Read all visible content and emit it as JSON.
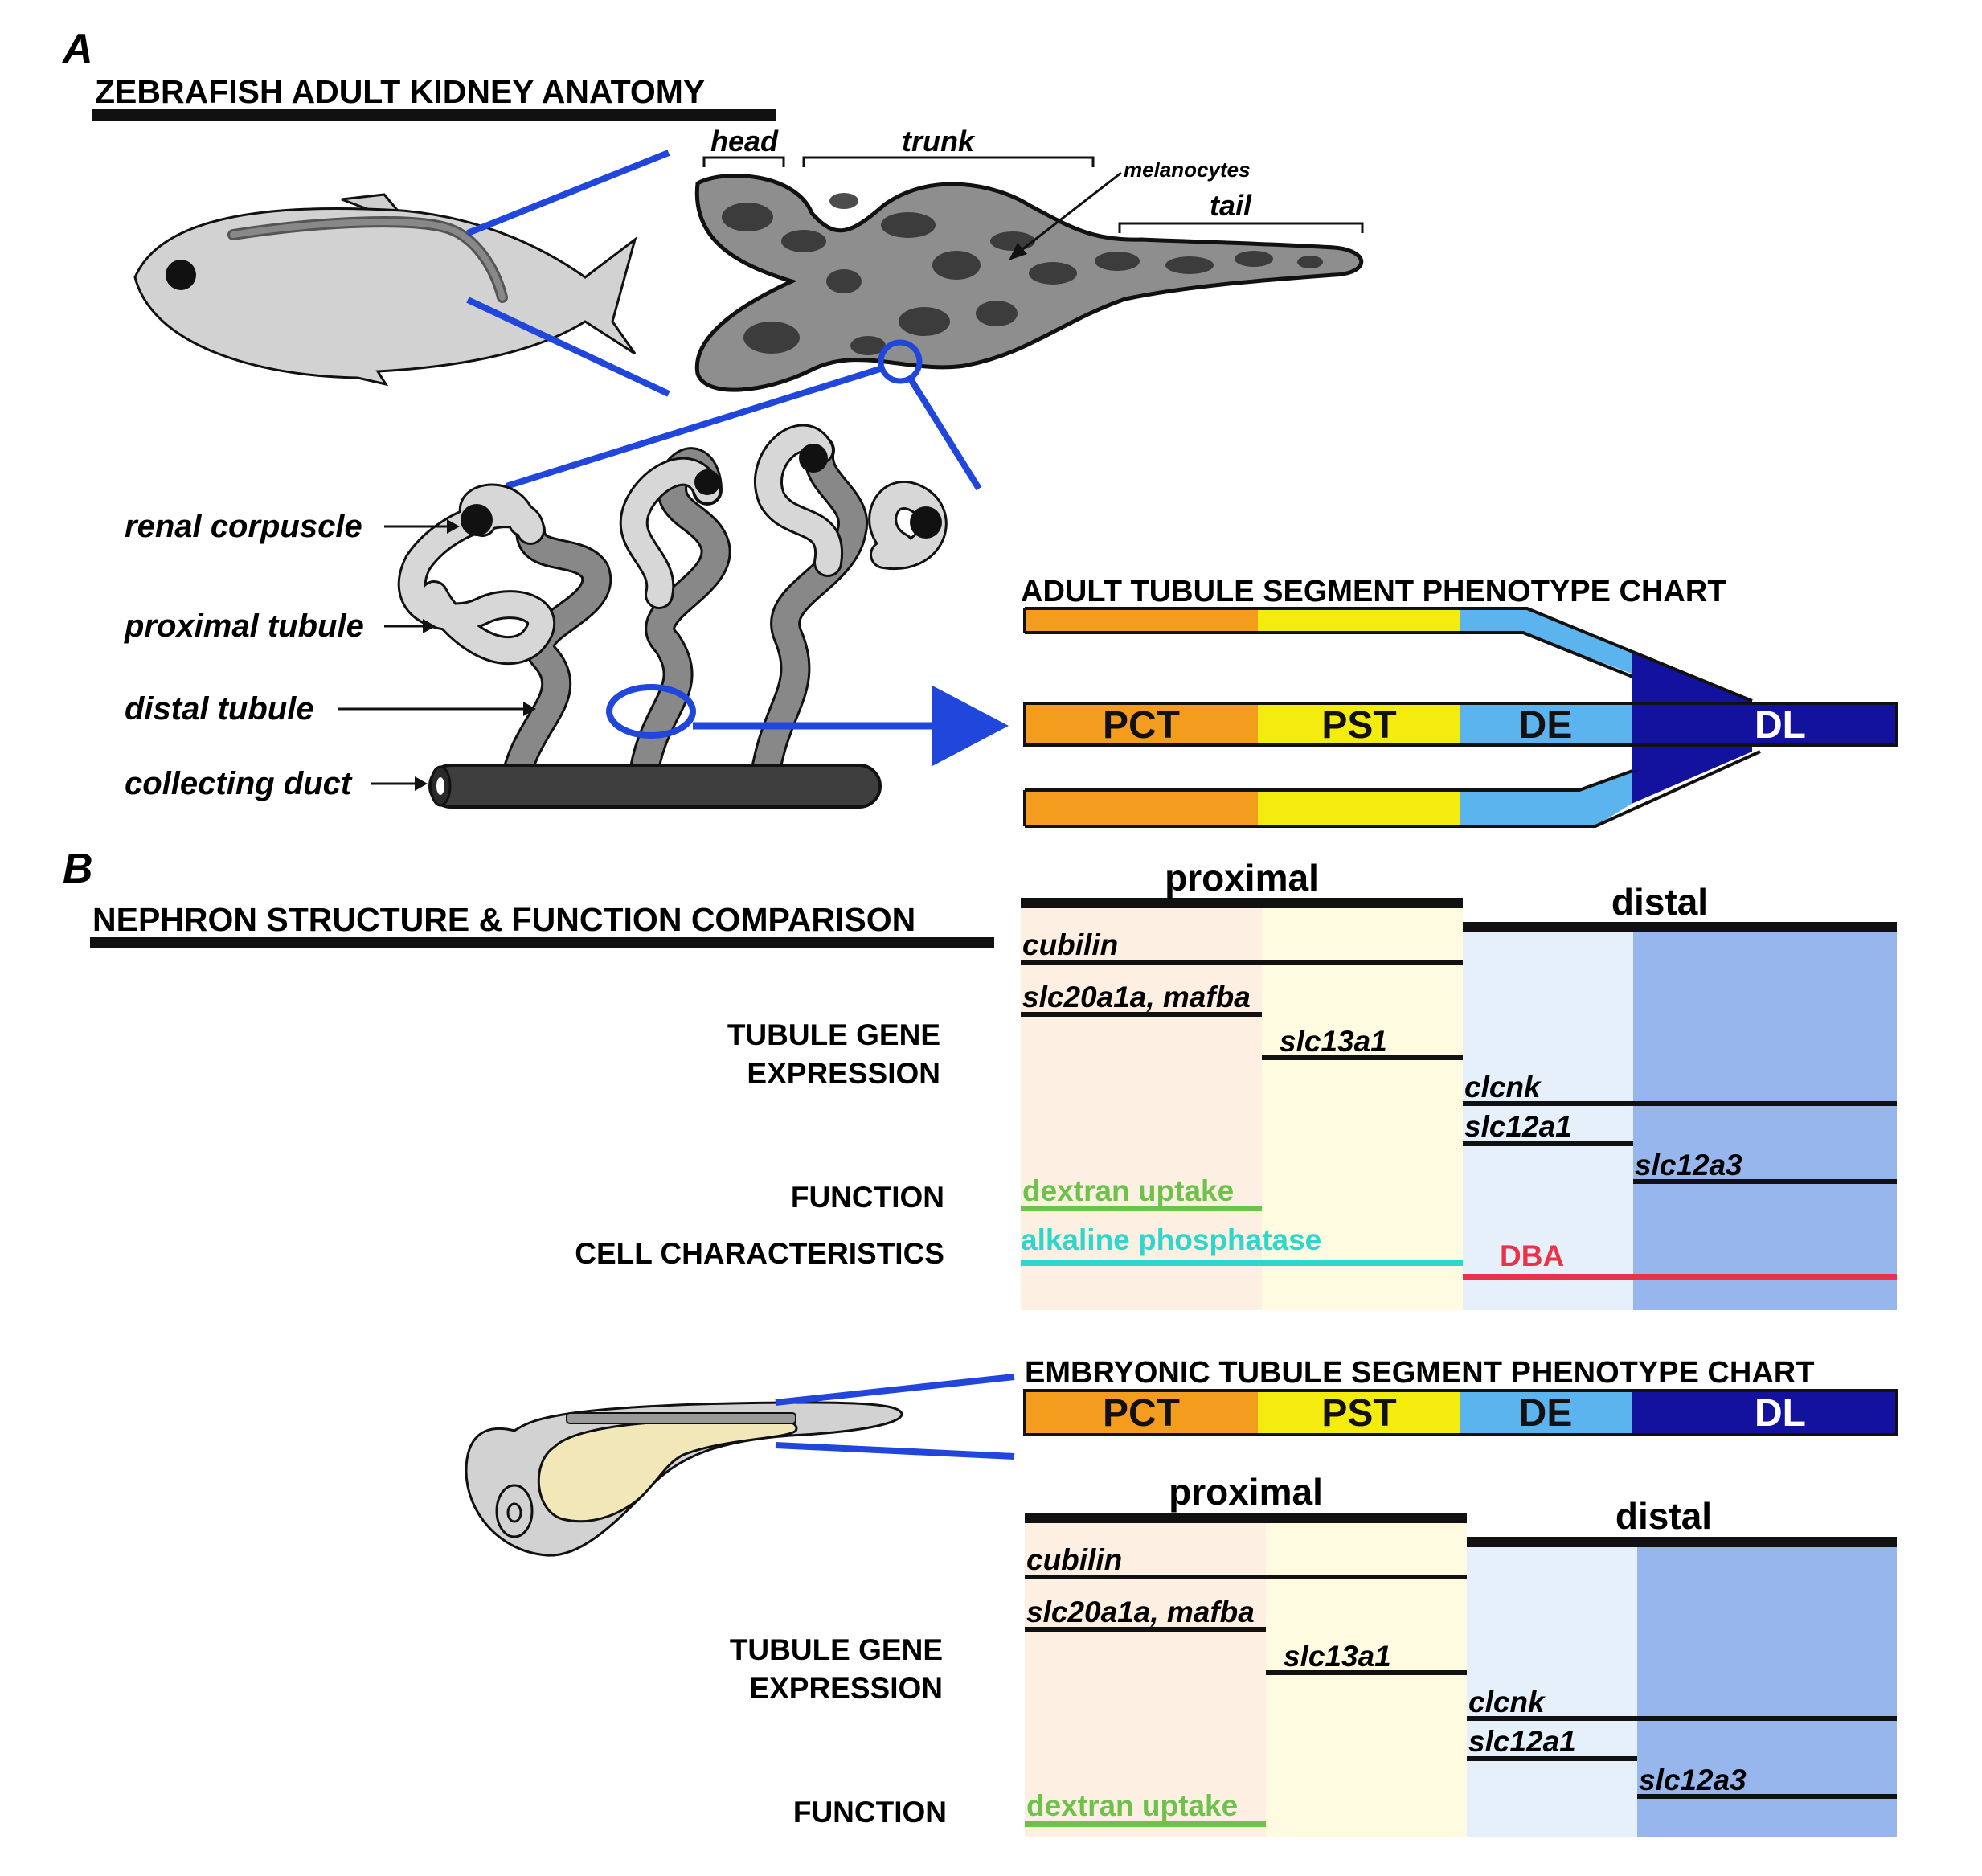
{
  "panel_a": {
    "letter": "A",
    "title": "ZEBRAFISH ADULT KIDNEY ANATOMY",
    "kidney_regions": {
      "head": "head",
      "trunk": "trunk",
      "tail": "tail",
      "melanocytes": "melanocytes"
    },
    "nephron_labels": {
      "renal_corpuscle": "renal corpuscle",
      "proximal_tubule": "proximal tubule",
      "distal_tubule": "distal tubule",
      "collecting_duct": "collecting duct"
    },
    "chart_title": "ADULT TUBULE SEGMENT PHENOTYPE CHART",
    "segments": [
      "PCT",
      "PST",
      "DE",
      "DL"
    ]
  },
  "panel_b": {
    "letter": "B",
    "title": "NEPHRON STRUCTURE & FUNCTION COMPARISON",
    "adult": {
      "proximal": "proximal",
      "distal": "distal",
      "row_labels": {
        "gene_1": "TUBULE GENE",
        "gene_2": "EXPRESSION",
        "function": "FUNCTION",
        "cell": "CELL CHARACTERISTICS"
      },
      "genes": [
        "cubilin",
        "slc20a1a, mafba",
        "slc13a1",
        "clcnk",
        "slc12a1",
        "slc12a3"
      ],
      "function": "dextran uptake",
      "cell": [
        "alkaline phosphatase",
        "DBA"
      ]
    },
    "embryo": {
      "chart_title": "EMBRYONIC TUBULE SEGMENT PHENOTYPE CHART",
      "segments": [
        "PCT",
        "PST",
        "DE",
        "DL"
      ],
      "proximal": "proximal",
      "distal": "distal",
      "row_labels": {
        "gene_1": "TUBULE GENE",
        "gene_2": "EXPRESSION",
        "function": "FUNCTION"
      },
      "genes": [
        "cubilin",
        "slc20a1a, mafba",
        "slc13a1",
        "clcnk",
        "slc12a1",
        "slc12a3"
      ],
      "function": "dextran uptake"
    }
  },
  "colors": {
    "pct": "#f39c1e",
    "pst": "#f4ec0f",
    "de": "#5cb4ee",
    "dl": "#13129e",
    "connector": "#2146db",
    "dextran": "#6cc24a",
    "alk_phos": "#30d6cc",
    "dba": "#e8334a",
    "bg_pct": "#fdefe2",
    "bg_pst": "#fefbe1",
    "bg_de": "#e6f0fb",
    "bg_dl": "#97b6ec"
  }
}
